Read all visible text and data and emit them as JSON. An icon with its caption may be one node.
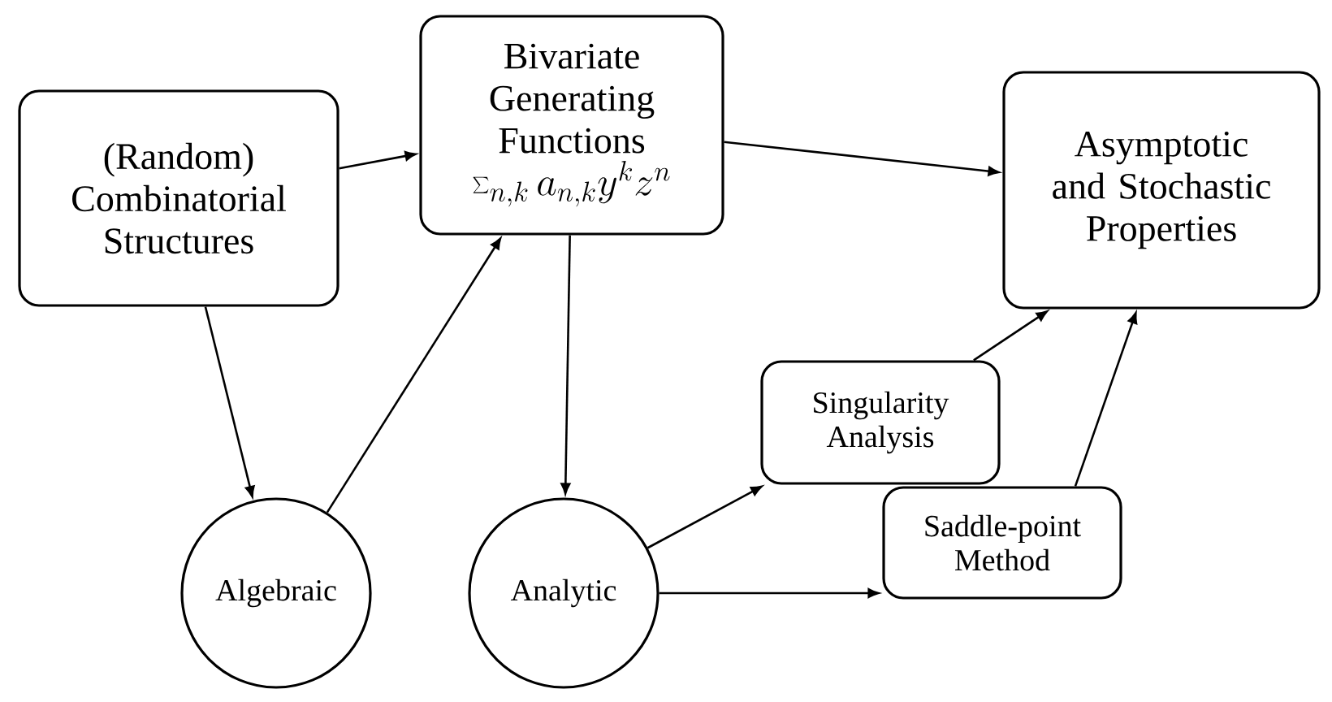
{
  "diagram": {
    "nodes": [
      {
        "text": [
          "(Random) Combinatorial Structures"
        ]
      },
      {
        "text": [
          "Bivariate Generating Functions",
          "\\sum_{n,k} a_{n,k} y^k z^n"
        ]
      },
      {
        "text": [
          "Asymptotic and Stochastic Properties"
        ]
      },
      {
        "text": [
          "Singularity Analysis"
        ]
      },
      {
        "text": [
          "Algebraic"
        ]
      },
      {
        "text": [
          "Analytic"
        ]
      },
      {
        "text": [
          "Saddle-point Method"
        ]
      }
    ],
    "edges": [
      {
        "from": 0,
        "to": 1,
        "arrow": "to"
      },
      {
        "from": 1,
        "to": 2,
        "arrow": "to"
      },
      {
        "from": 0,
        "to": 4,
        "arrow": "to"
      },
      {
        "from": 4,
        "to": 1,
        "arrow": "to"
      },
      {
        "from": 1,
        "to": 5,
        "arrow": "to"
      },
      {
        "from": 5,
        "to": 3,
        "arrow": "to"
      },
      {
        "from": 5,
        "to": 6,
        "arrow": "to"
      },
      {
        "from": 3,
        "to": 2,
        "arrow": "to"
      },
      {
        "from": 6,
        "to": 2,
        "arrow": "to"
      }
    ]
  }
}
